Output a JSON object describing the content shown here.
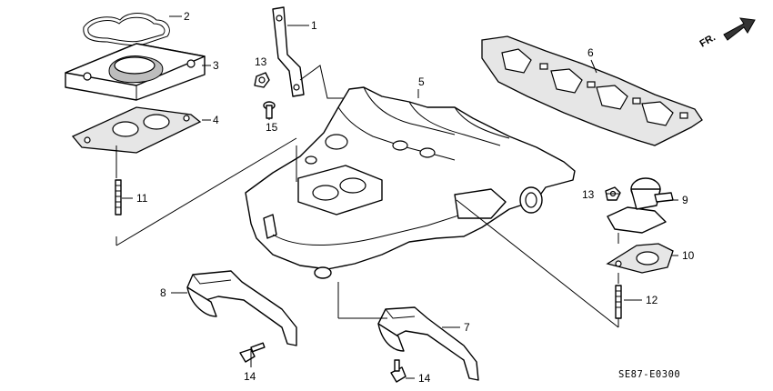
{
  "callouts": {
    "c1": "1",
    "c2": "2",
    "c3": "3",
    "c4": "4",
    "c5": "5",
    "c6": "6",
    "c7": "7",
    "c8": "8",
    "c9": "9",
    "c10": "10",
    "c11": "11",
    "c12": "12",
    "c13a": "13",
    "c13b": "13",
    "c14a": "14",
    "c14b": "14",
    "c15": "15"
  },
  "direction_label": "FR.",
  "diagram_code": "SE87-E0300"
}
